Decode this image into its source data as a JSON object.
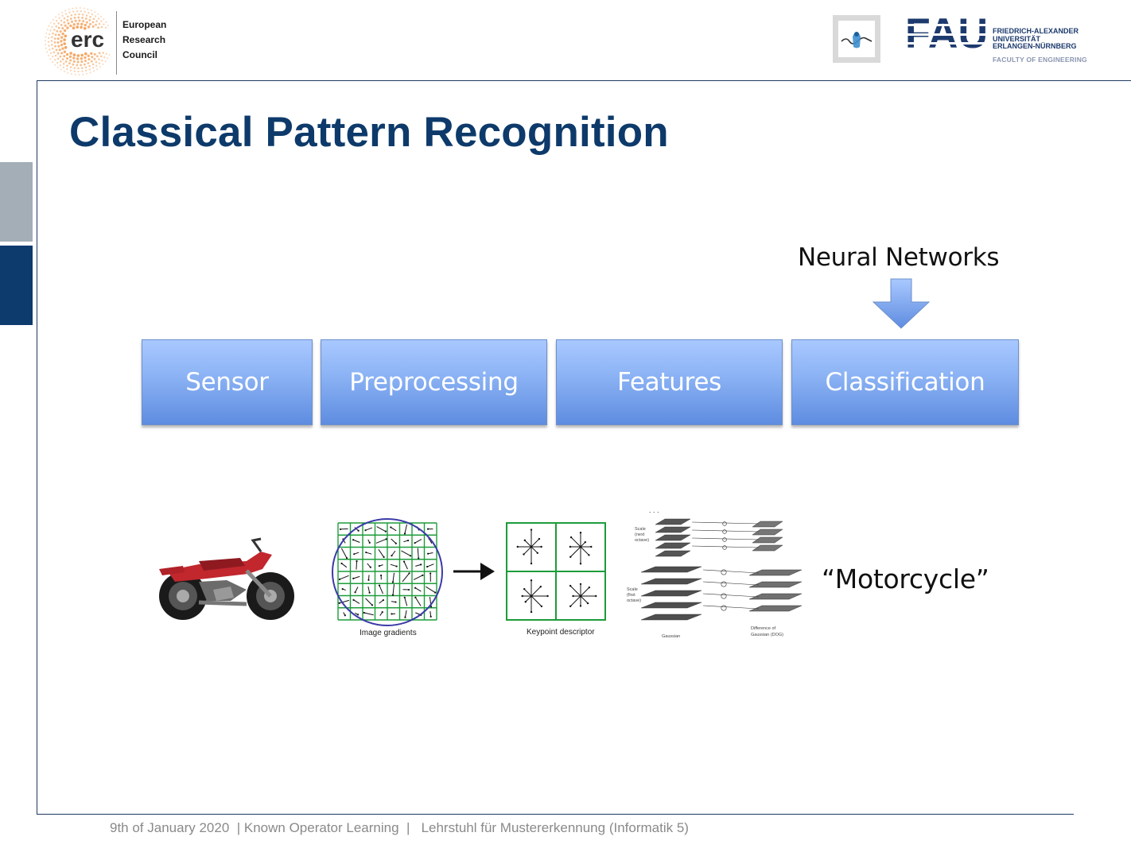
{
  "header": {
    "erc": {
      "logo_word": "erc",
      "lines": [
        "European",
        "Research",
        "Council"
      ],
      "dot_color": "#f07f1e"
    },
    "lab_logo_icon": "pattern-recognition-lab-icon",
    "fau": {
      "logo_word": "FAU",
      "lines": [
        "FRIEDRICH-ALEXANDER",
        "UNIVERSITÄT",
        "ERLANGEN-NÜRNBERG"
      ],
      "faculty": "FACULTY OF ENGINEERING",
      "color": "#1d3a6e"
    }
  },
  "slide": {
    "title": "Classical Pattern Recognition",
    "annotation": "Neural Networks",
    "pipeline": [
      "Sensor",
      "Preprocessing",
      "Features",
      "Classification"
    ],
    "illustrations": {
      "gradient_caption": "Image gradients",
      "keypoint_caption": "Keypoint descriptor",
      "dog_labels": {
        "scale_next": [
          "Scale",
          "(next",
          "octave)"
        ],
        "scale_first": [
          "Scale",
          "(first",
          "octave)"
        ],
        "gaussian": "Gaussian",
        "dog": [
          "Difference of",
          "Gaussian (DOG)"
        ]
      },
      "result_label": "“Motorcycle”"
    }
  },
  "footer": {
    "text": "9th of January 2020  | Known Operator Learning  |   Lehrstuhl für Mustererkennung (Informatik 5)"
  },
  "colors": {
    "title": "#0d3a6a",
    "frame": "#1f3a60",
    "side_gray": "#a3aeb7",
    "side_blue": "#0e3b6d",
    "box_top": "#a9c8ff",
    "box_bottom": "#5e8ce0",
    "grid_green": "#1e9c3a"
  }
}
